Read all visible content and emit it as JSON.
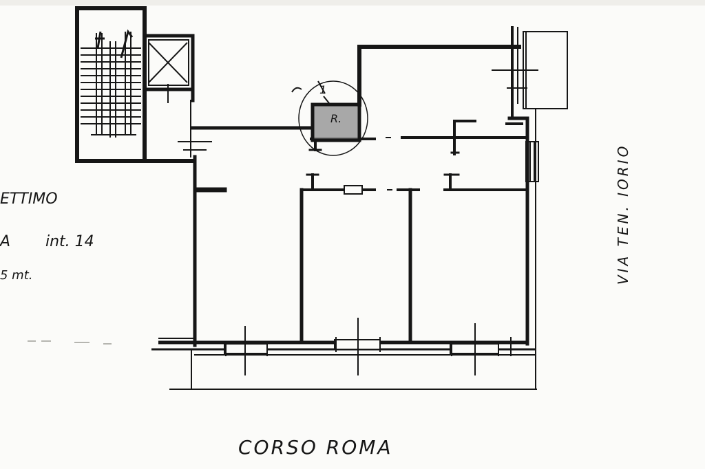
{
  "labels": {
    "floor": "ETTIMO",
    "unit": "A",
    "interior": "int. 14",
    "height": "5 mt.",
    "side_street": "VIA TEN. IORIO",
    "front_street": "CORSO ROMA",
    "room_mark": "R.",
    "stub_mark": "1"
  },
  "colors": {
    "ink": "#161616",
    "paper": "#fbfbf9",
    "shade": "#8c8c8c"
  }
}
